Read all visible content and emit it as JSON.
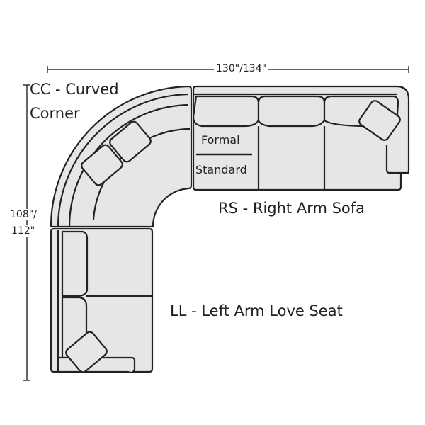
{
  "dimensions": {
    "width": "130\"/134\"",
    "depth_line1": "108\"/",
    "depth_line2": "112\""
  },
  "pieces": {
    "cc_line1": "CC - Curved",
    "cc_line2": "Corner",
    "rs": "RS - Right Arm Sofa",
    "ll": "LL - Left Arm Love Seat"
  },
  "seat_options": {
    "top": "Formal",
    "bottom": "Standard"
  },
  "colors": {
    "fill": "#e6e6e6",
    "stroke": "#222222"
  }
}
